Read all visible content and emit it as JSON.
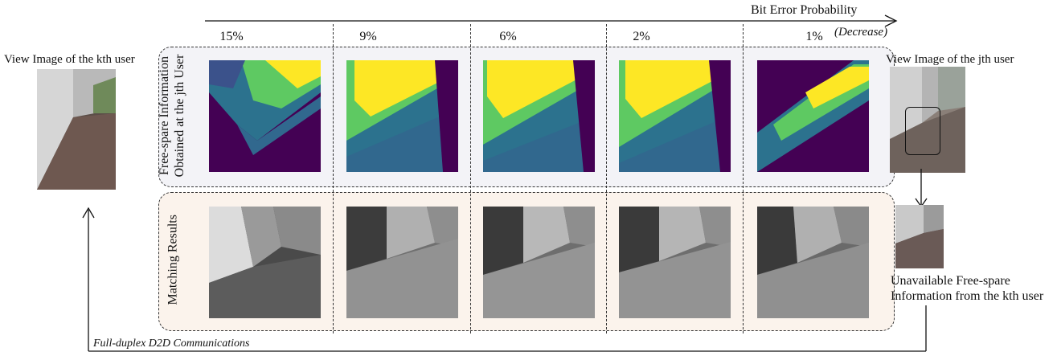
{
  "header": {
    "axis_label": "Bit Error Probability",
    "axis_note": "(Decrease)",
    "columns": [
      "15%",
      "9%",
      "6%",
      "2%",
      "1%"
    ]
  },
  "rows": {
    "top_label_line1": "Free-spare Information",
    "top_label_line2": "Obtained at the jth User",
    "bottom_label": "Matching Results"
  },
  "left": {
    "caption": "View Image of the kth user"
  },
  "right": {
    "caption": "View Image of the jth user",
    "unavailable_line1": "Unavailable Free-spare",
    "unavailable_line2": "Information from the kth user"
  },
  "footer": {
    "link_label": "Full-duplex D2D Communications"
  },
  "colors": {
    "heat_dark": "#440154",
    "heat_mid": "#21918c",
    "heat_bright": "#fde725",
    "top_row_bg": "#f3f3f7",
    "bottom_row_bg": "#fbf3ec"
  }
}
